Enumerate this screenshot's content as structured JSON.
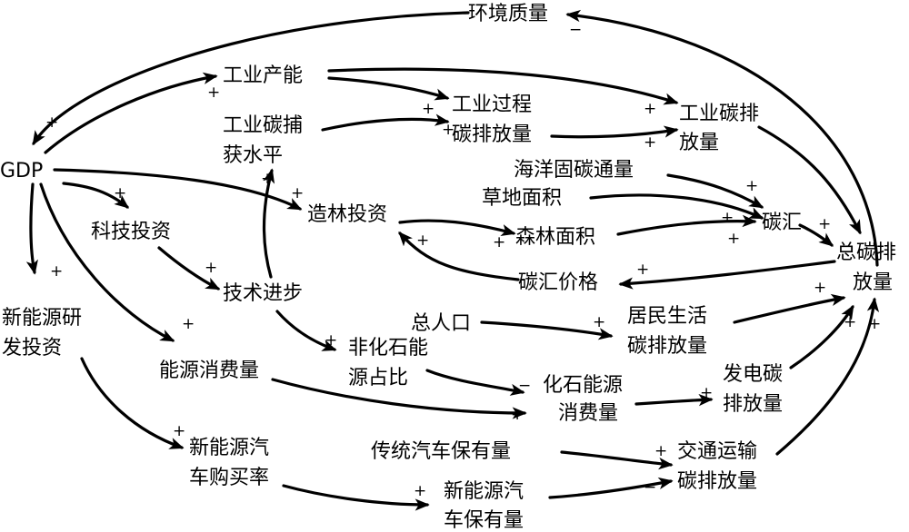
{
  "nodes": {
    "environment_quality": "环境质量",
    "industrial_capacity": "工业产能",
    "industrial_process_emission": [
      "工业过程",
      "碳排放量"
    ],
    "industrial_capture_level": [
      "工业碳捕",
      "获水平"
    ],
    "industrial_emission": [
      "工业碳排",
      "放量"
    ],
    "gdp": "GDP",
    "marine_sink_flux": "海洋固碳通量",
    "grassland_area": "草地面积",
    "afforestation_investment": "造林投资",
    "forest_area": "森林面积",
    "carbon_sink": "碳汇",
    "tech_investment": "科技投资",
    "total_emission": [
      "总碳排",
      "放量"
    ],
    "carbon_sink_price": "碳汇价格",
    "tech_progress": "技术进步",
    "new_energy_rd": [
      "新能源研",
      "发投资"
    ],
    "total_population": "总人口",
    "residential_emission": [
      "居民生活",
      "碳排放量"
    ],
    "energy_consumption": "能源消费量",
    "non_fossil_share": [
      "非化石能",
      "源占比"
    ],
    "fossil_consumption": [
      "化石能源",
      "消费量"
    ],
    "power_emission": [
      "发电碳",
      "排放量"
    ],
    "traditional_vehicles": "传统汽车保有量",
    "transport_emission": [
      "交通运输",
      "碳排放量"
    ],
    "nev_purchase_rate": [
      "新能源汽",
      "车购买率"
    ],
    "nev_ownership": [
      "新能源汽",
      "车保有量"
    ]
  },
  "signs": {
    "plus": "+",
    "minus": "−"
  }
}
